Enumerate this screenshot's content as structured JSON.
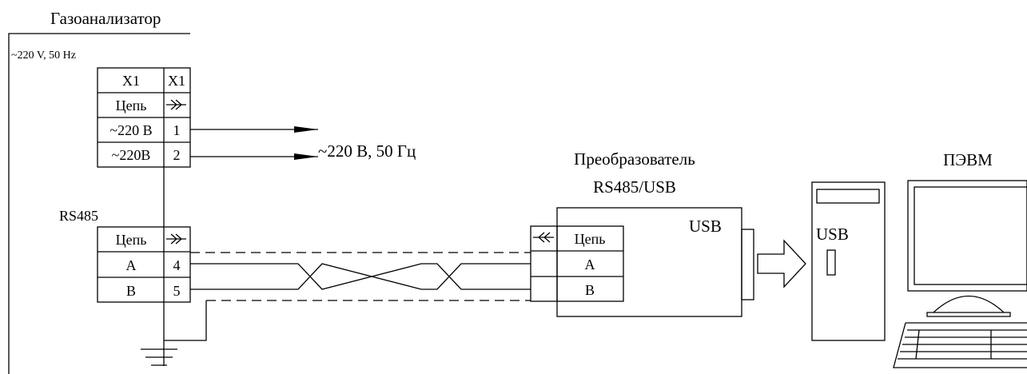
{
  "device": {
    "title": "Газоанализатор",
    "power_label": "~220 V, 50 Hz"
  },
  "connector_x1": {
    "header_left": "X1",
    "header_right": "X1",
    "circuit_label": "Цепь",
    "pins": [
      {
        "name": "~220 В",
        "num": "1"
      },
      {
        "name": "~220В",
        "num": "2"
      }
    ]
  },
  "mains_label": "~220 В, 50 Гц",
  "rs485": {
    "title": "RS485",
    "circuit_label": "Цепь",
    "pins": [
      {
        "name": "А",
        "num": "4"
      },
      {
        "name": "В",
        "num": "5"
      }
    ]
  },
  "converter": {
    "title_line1": "Преобразователь",
    "title_line2": "RS485/USB",
    "usb_label": "USB",
    "circuit_label": "Цепь",
    "pins": [
      "А",
      "В"
    ]
  },
  "pc": {
    "title": "ПЭВМ",
    "usb_label": "USB"
  }
}
